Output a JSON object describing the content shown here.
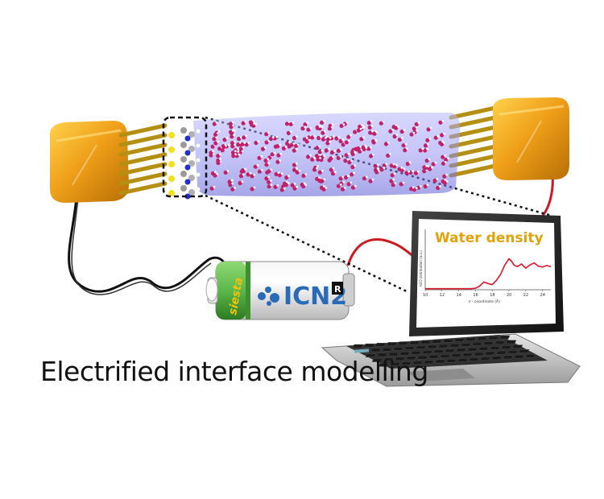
{
  "caption": "Electrified interface modelling",
  "battery": {
    "brand": "ICN2",
    "side_label": "siesta",
    "badge": "R"
  },
  "laptop_chart": {
    "title": "Water density",
    "xlabel": "z - coordinate (Å)",
    "ylabel": "H2O distribution (a.u.)",
    "xticks": [
      "10",
      "12",
      "14",
      "16",
      "18",
      "20",
      "22",
      "24"
    ]
  },
  "chart_data": {
    "type": "line",
    "title": "Water density",
    "xlabel": "z - coordinate (Å)",
    "ylabel": "H2O distribution (a.u.)",
    "xlim": [
      10,
      25
    ],
    "ylim": [
      0,
      1
    ],
    "series": [
      {
        "x": [
          10,
          11,
          12,
          13,
          14,
          15,
          15.5,
          16,
          16.5,
          17,
          17.5,
          18,
          18.5,
          19,
          19.5,
          20,
          20.3,
          20.6,
          21,
          21.5,
          22,
          22.5,
          23,
          23.5,
          24,
          24.5,
          25
        ],
        "y": [
          0.02,
          0.02,
          0.02,
          0.02,
          0.02,
          0.02,
          0.02,
          0.03,
          0.07,
          0.15,
          0.12,
          0.1,
          0.18,
          0.3,
          0.48,
          0.6,
          0.56,
          0.48,
          0.45,
          0.5,
          0.42,
          0.48,
          0.52,
          0.46,
          0.44,
          0.47,
          0.45
        ]
      }
    ],
    "line_color": "#d9162a",
    "grid": false
  },
  "colors": {
    "electrode": "#f0a019",
    "rods": "#b58f12",
    "water_box": "#8c8cf2",
    "molecule_o": "#c0206e",
    "cable_left": "#111111",
    "cable_right": "#d01820",
    "battery_green": "#5bb84a",
    "chart_title": "#e2a20c"
  },
  "icons": {
    "left_electrode": "electrode-block-icon",
    "right_electrode": "electrode-block-icon",
    "battery": "battery-icon",
    "laptop": "laptop-icon"
  }
}
